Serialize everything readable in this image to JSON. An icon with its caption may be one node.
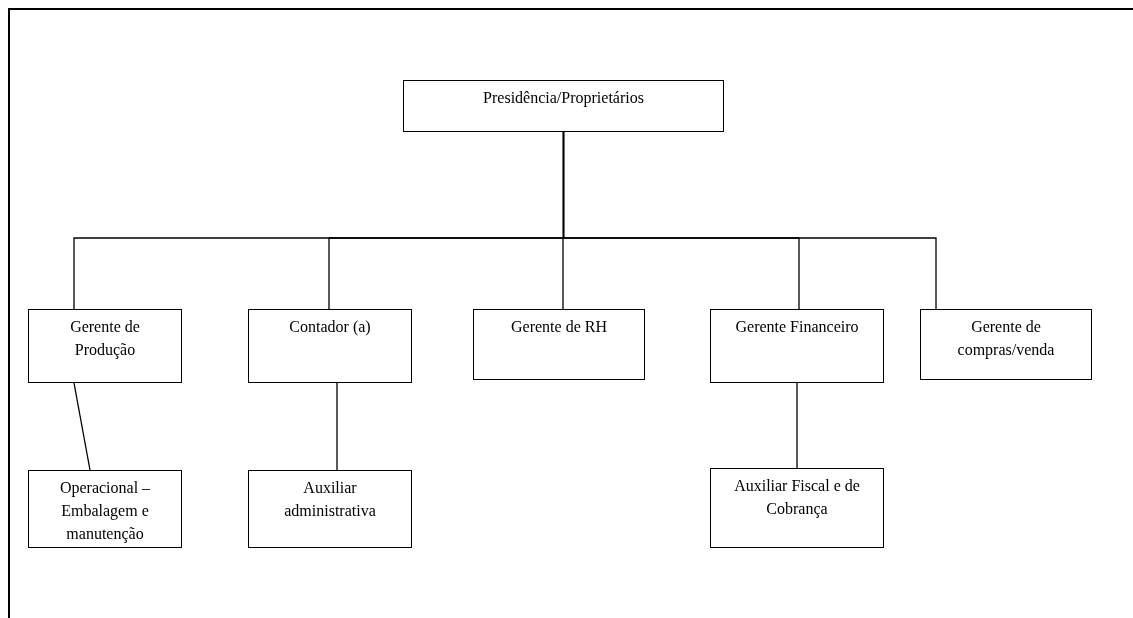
{
  "diagram": {
    "nodes": [
      {
        "text": [
          "Presidência/Proprietários"
        ]
      },
      {
        "text": [
          "Gerente de Produção"
        ]
      },
      {
        "text": [
          "Contador (a)"
        ]
      },
      {
        "text": [
          "Gerente de RH"
        ]
      },
      {
        "text": [
          "Gerente Financeiro"
        ]
      },
      {
        "text": [
          "Gerente de compras/venda"
        ]
      },
      {
        "text": [
          "Operacional – Embalagem e manutenção"
        ]
      },
      {
        "text": [
          "Auxiliar administrativa"
        ]
      },
      {
        "text": [
          "Auxiliar Fiscal e de Cobrança"
        ]
      }
    ],
    "edges": [
      {
        "from": 0,
        "to": 1,
        "arrow": "none"
      },
      {
        "from": 0,
        "to": 2,
        "arrow": "none"
      },
      {
        "from": 0,
        "to": 3,
        "arrow": "none"
      },
      {
        "from": 0,
        "to": 4,
        "arrow": "none"
      },
      {
        "from": 0,
        "to": 5,
        "arrow": "none"
      },
      {
        "from": 1,
        "to": 6,
        "arrow": "none"
      },
      {
        "from": 2,
        "to": 7,
        "arrow": "none"
      },
      {
        "from": 4,
        "to": 8,
        "arrow": "none"
      }
    ]
  }
}
